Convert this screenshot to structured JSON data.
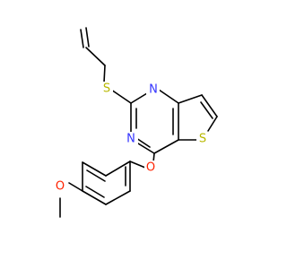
{
  "molecule": {
    "atoms": {
      "S_thioether": {
        "symbol": "S",
        "color": "#B8B800"
      },
      "N_top": {
        "symbol": "N",
        "color": "#3333FF"
      },
      "N_left": {
        "symbol": "N",
        "color": "#3333FF"
      },
      "S_thiophene": {
        "symbol": "S",
        "color": "#B8B800"
      },
      "O_ether": {
        "symbol": "O",
        "color": "#FF2200"
      },
      "O_methoxy": {
        "symbol": "O",
        "color": "#FF2200"
      }
    },
    "colors": {
      "bond": "#000000",
      "background": "#FFFFFF"
    }
  }
}
